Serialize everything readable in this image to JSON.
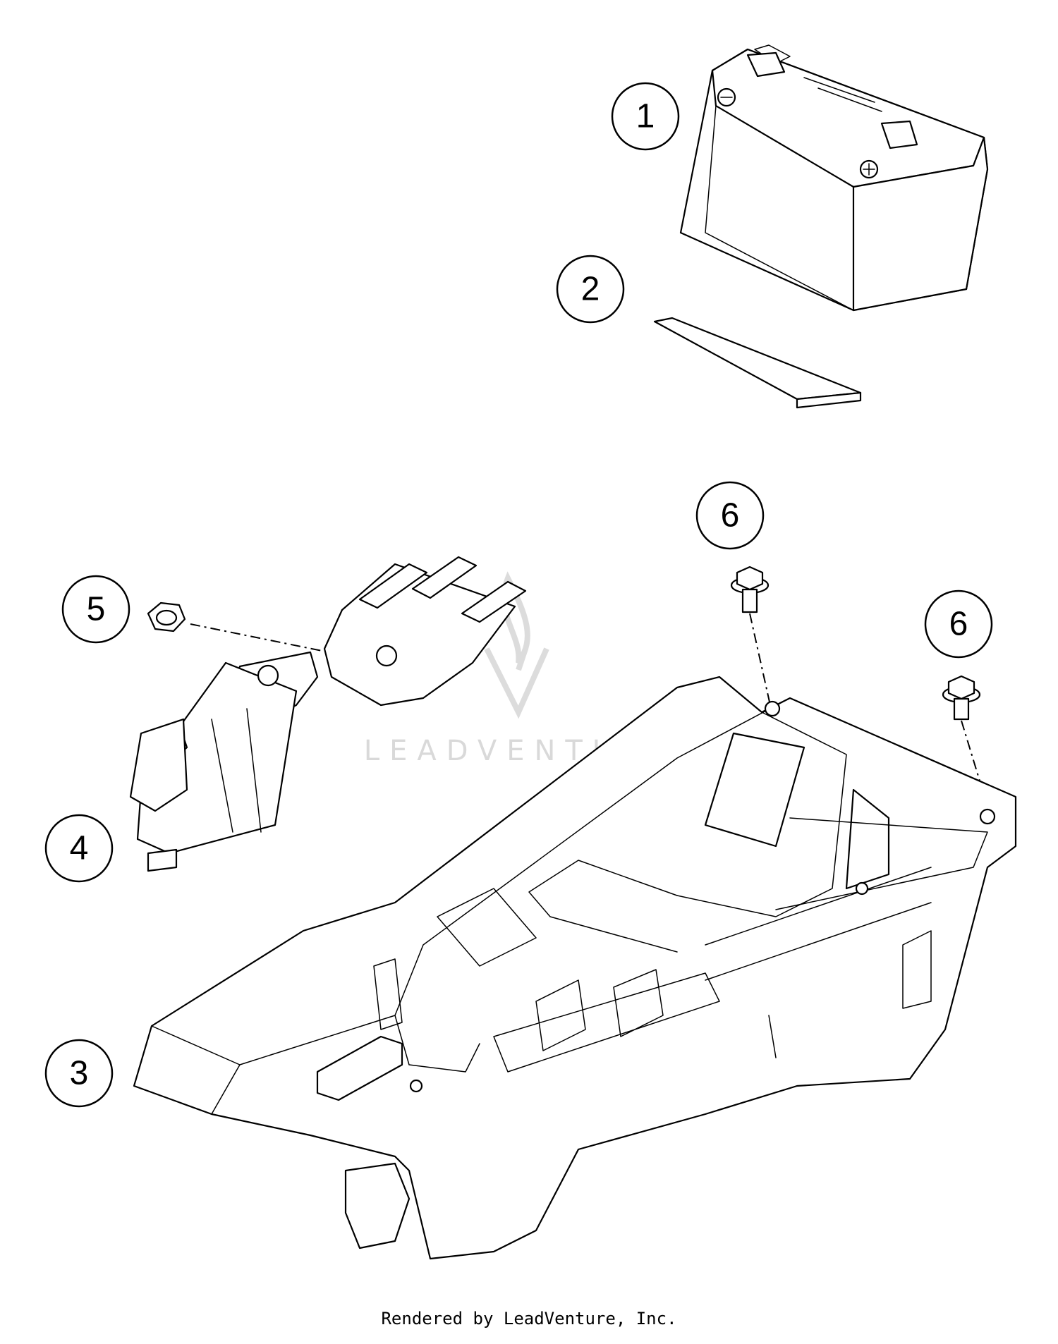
{
  "callouts": [
    {
      "number": "1",
      "part": "battery"
    },
    {
      "number": "2",
      "part": "battery-pad"
    },
    {
      "number": "3",
      "part": "battery-tray"
    },
    {
      "number": "4",
      "part": "battery-holder-bracket"
    },
    {
      "number": "5",
      "part": "hex-nut"
    },
    {
      "number": "6",
      "part": "flange-screw"
    },
    {
      "number": "6",
      "part": "flange-screw"
    }
  ],
  "watermark": {
    "text": "LEADVENTURE",
    "color": "#d9d9d9"
  },
  "footer": {
    "credit": "Rendered by LeadVenture, Inc."
  },
  "colors": {
    "line": "#000000",
    "background": "#ffffff"
  }
}
